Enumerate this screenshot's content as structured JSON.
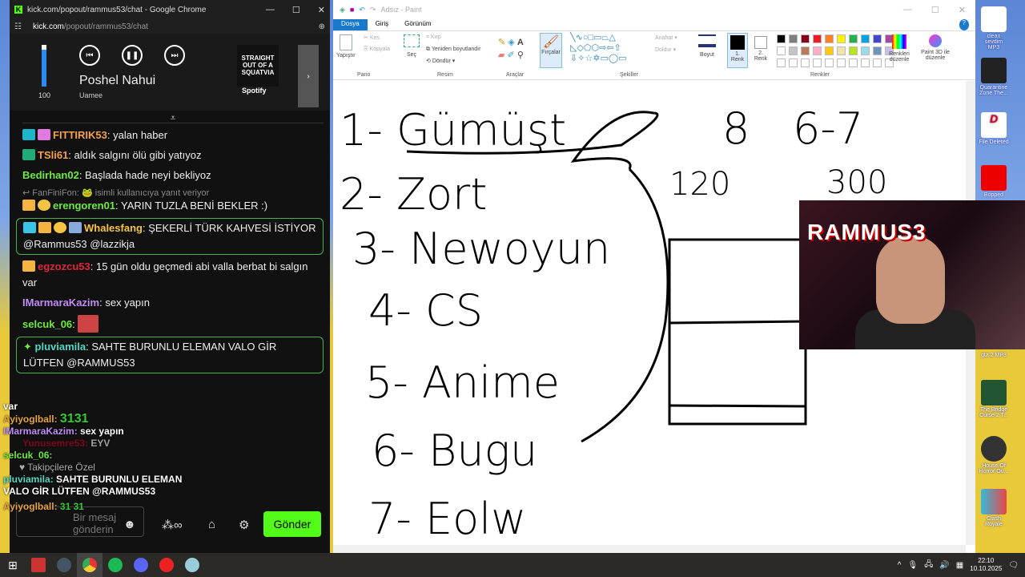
{
  "chrome": {
    "title": "kick.com/popout/rammus53/chat - Google Chrome",
    "url_domain": "kick.com",
    "url_path": "/popout/rammus53/chat"
  },
  "media": {
    "volume": "100",
    "song": "Poshel Nahui",
    "artist": "Uamee",
    "album_text": "STRAIGHT OUT OF A SQUATVIA",
    "service": "Spotify"
  },
  "chat": {
    "messages": [
      {
        "user": "FITTIRIK53",
        "text": "yalan haber",
        "color": "#f5a04a"
      },
      {
        "user": "TSli61",
        "text": "aldık salgını ölü gibi yatıyoz",
        "color": "#f5a04a"
      },
      {
        "user": "Bedirhan02",
        "text": "Başlada hade neyi bekliyoz",
        "color": "#6dea3e"
      },
      {
        "reply": "FanFiniFon:",
        "reply_rest": "isimli kullanıcıya yanıt veriyor",
        "user": "erengoren01",
        "text": "YARIN TUZLA BENİ BEKLER :)",
        "color": "#6dea3e"
      },
      {
        "user": "Whalesfang",
        "text": "ŞEKERLİ TÜRK KAHVESİ İSTİYOR @Rammus53 @lazzikja",
        "color": "#f5c542"
      },
      {
        "user": "egzozcu53",
        "text": "15 gün oldu geçmedi abi valla berbat bi salgın var",
        "color": "#e0243a"
      },
      {
        "user": "IMarmaraKazim",
        "text": "sex yapın",
        "color": "#c08cf5"
      },
      {
        "user": "selcuk_06",
        "text": "",
        "color": "#6dea3e"
      },
      {
        "user": "pluviamila",
        "text": "SAHTE BURUNLU ELEMAN VALO GİR LÜTFEN @RAMMUS53",
        "color": "#4fd8c4"
      }
    ],
    "overlay": {
      "l1": "var",
      "l2u": "Ayiyoglball:",
      "l2t": "3131",
      "l3u": "IMarmaraKazim:",
      "l3t": "sex yapın",
      "l4u": "Yunusemre53:",
      "l4t": "EYV",
      "l5u": "selcuk_06:",
      "l6": "Takipçilere Özel",
      "l7u": "pluviamila:",
      "l7t": "SAHTE BURUNLU ELEMAN VALO GİR LÜTFEN @RAMMUS53",
      "l8u": "Ayiyoglball:",
      "l8t": "31 31"
    },
    "input_placeholder": "Bir mesaj gönderin",
    "send_label": "Gönder"
  },
  "paint": {
    "title": "Adsız - Paint",
    "tabs": [
      "Dosya",
      "Giriş",
      "Görünüm"
    ],
    "ribbon": {
      "paste": "Yapıştır",
      "cut": "Kes",
      "copy": "Kopyala",
      "select": "Seç",
      "crop": "Kırp",
      "resize": "Yeniden boyutlandır",
      "rotate": "Döndür",
      "brushes": "Fırçalar",
      "outline": "Anahat",
      "fill": "Doldur",
      "size": "Boyut",
      "color1": "1. Renk",
      "color2": "2. Renk",
      "edit_colors": "Renkleri düzenle",
      "paint3d": "Paint 3D ile düzenle",
      "groups": [
        "Pano",
        "Resim",
        "Araçlar",
        "Şekiller",
        "Renkler"
      ]
    },
    "palette": [
      "#000000",
      "#7f7f7f",
      "#880015",
      "#ed1c24",
      "#ff7f27",
      "#fff200",
      "#22b14c",
      "#00a2e8",
      "#3f48cc",
      "#a349a4",
      "#ffffff",
      "#c3c3c3",
      "#b97a57",
      "#ffaec9",
      "#ffc90e",
      "#efe4b0",
      "#b5e61d",
      "#99d9ea",
      "#7092be",
      "#c8bfe7"
    ],
    "drawing": [
      "1- Gümüşt",
      "2- Zort",
      "3- Newoyun",
      "4- CS",
      "5- Anime",
      "6- Bugu",
      "7- Eolw",
      "8",
      "6-7",
      "120",
      "300"
    ]
  },
  "stream": {
    "cam_name": "RAMMUS3"
  },
  "desktop": [
    "clean sevdim MP3",
    "Quarantine Zone The...",
    "File Deleted",
    "Bopped",
    "gta 2 MP3",
    "The Bridge Curse 2 T...",
    "House Of Horror Ou...",
    "Clash Royale"
  ],
  "taskbar": {
    "time": "22:10",
    "date": "10.10.2025"
  }
}
